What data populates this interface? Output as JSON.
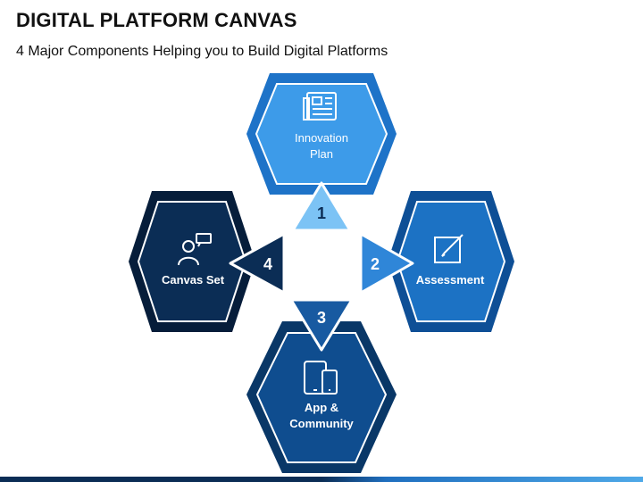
{
  "header": {
    "title": "DIGITAL PLATFORM CANVAS",
    "subtitle": "4 Major Components Helping you to Build Digital Platforms"
  },
  "components": [
    {
      "number": "1",
      "label_lines": [
        "Innovation",
        "Plan"
      ],
      "icon": "document-icon",
      "color": "#3d9be9",
      "dark": "#1e73c8"
    },
    {
      "number": "2",
      "label_lines": [
        "Assessment"
      ],
      "icon": "edit-icon",
      "color": "#1c72c4",
      "dark": "#0e4f96"
    },
    {
      "number": "3",
      "label_lines": [
        "App &",
        "Community"
      ],
      "icon": "devices-icon",
      "color": "#0f4d8f",
      "dark": "#093767"
    },
    {
      "number": "4",
      "label_lines": [
        "Canvas Set"
      ],
      "icon": "user-chat-icon",
      "color": "#0b2d55",
      "dark": "#061d3a"
    }
  ]
}
